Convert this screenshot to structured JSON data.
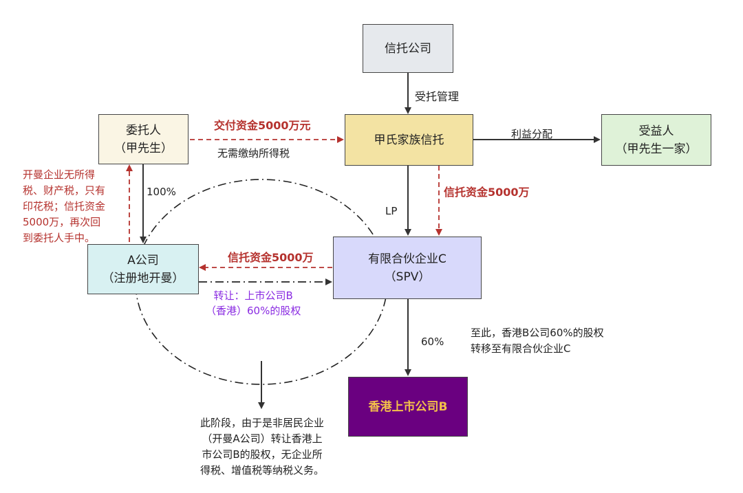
{
  "nodes": {
    "trust_company": {
      "label": "信托公司",
      "fill": "#e6e9ed"
    },
    "settlor": {
      "line1": "委托人",
      "line2": "（甲先生）",
      "fill": "#faf5e4"
    },
    "family_trust": {
      "label": "甲氏家族信托",
      "fill": "#f3e3a3"
    },
    "beneficiary": {
      "line1": "受益人",
      "line2": "（甲先生一家）",
      "fill": "#dff2d8"
    },
    "company_a": {
      "line1": "A公司",
      "line2": "（注册地开曼）",
      "fill": "#d8f1f2"
    },
    "spv": {
      "line1": "有限合伙企业C",
      "line2": "（SPV）",
      "fill": "#d8d9fb"
    },
    "listed_b": {
      "label": "香港上市公司B",
      "fill": "#6a0080",
      "text_color": "#f3c04a"
    }
  },
  "edges": {
    "trust_mgmt": "受托管理",
    "pay_funds": "交付资金5000万元",
    "no_tax": "无需缴纳所得税",
    "benefit": "利益分配",
    "trust_funds_down": "信托资金5000万",
    "lp": "LP",
    "holding_100": "100%",
    "trust_funds_left": "信托资金5000万",
    "transfer_line1": "转让：上市公司B",
    "transfer_line2": "（香港）60%的股权",
    "holding_60": "60%"
  },
  "notes": {
    "cayman_lines": [
      "开曼企业无所得",
      "税、财产税，只有",
      "印花税；信托资金",
      "5000万，再次回",
      "到委托人手中。"
    ],
    "result_lines": [
      "至此，香港B公司60%的股权",
      "转移至有限合伙企业C"
    ],
    "stage_lines": [
      "此阶段，由于是非居民企业",
      "（开曼A公司）转让香港上",
      "市公司B的股权，无企业所",
      "得税、增值税等纳税义务。"
    ]
  },
  "colors": {
    "red": "#b5322e",
    "purple": "#8a2be2",
    "line": "#333333"
  }
}
